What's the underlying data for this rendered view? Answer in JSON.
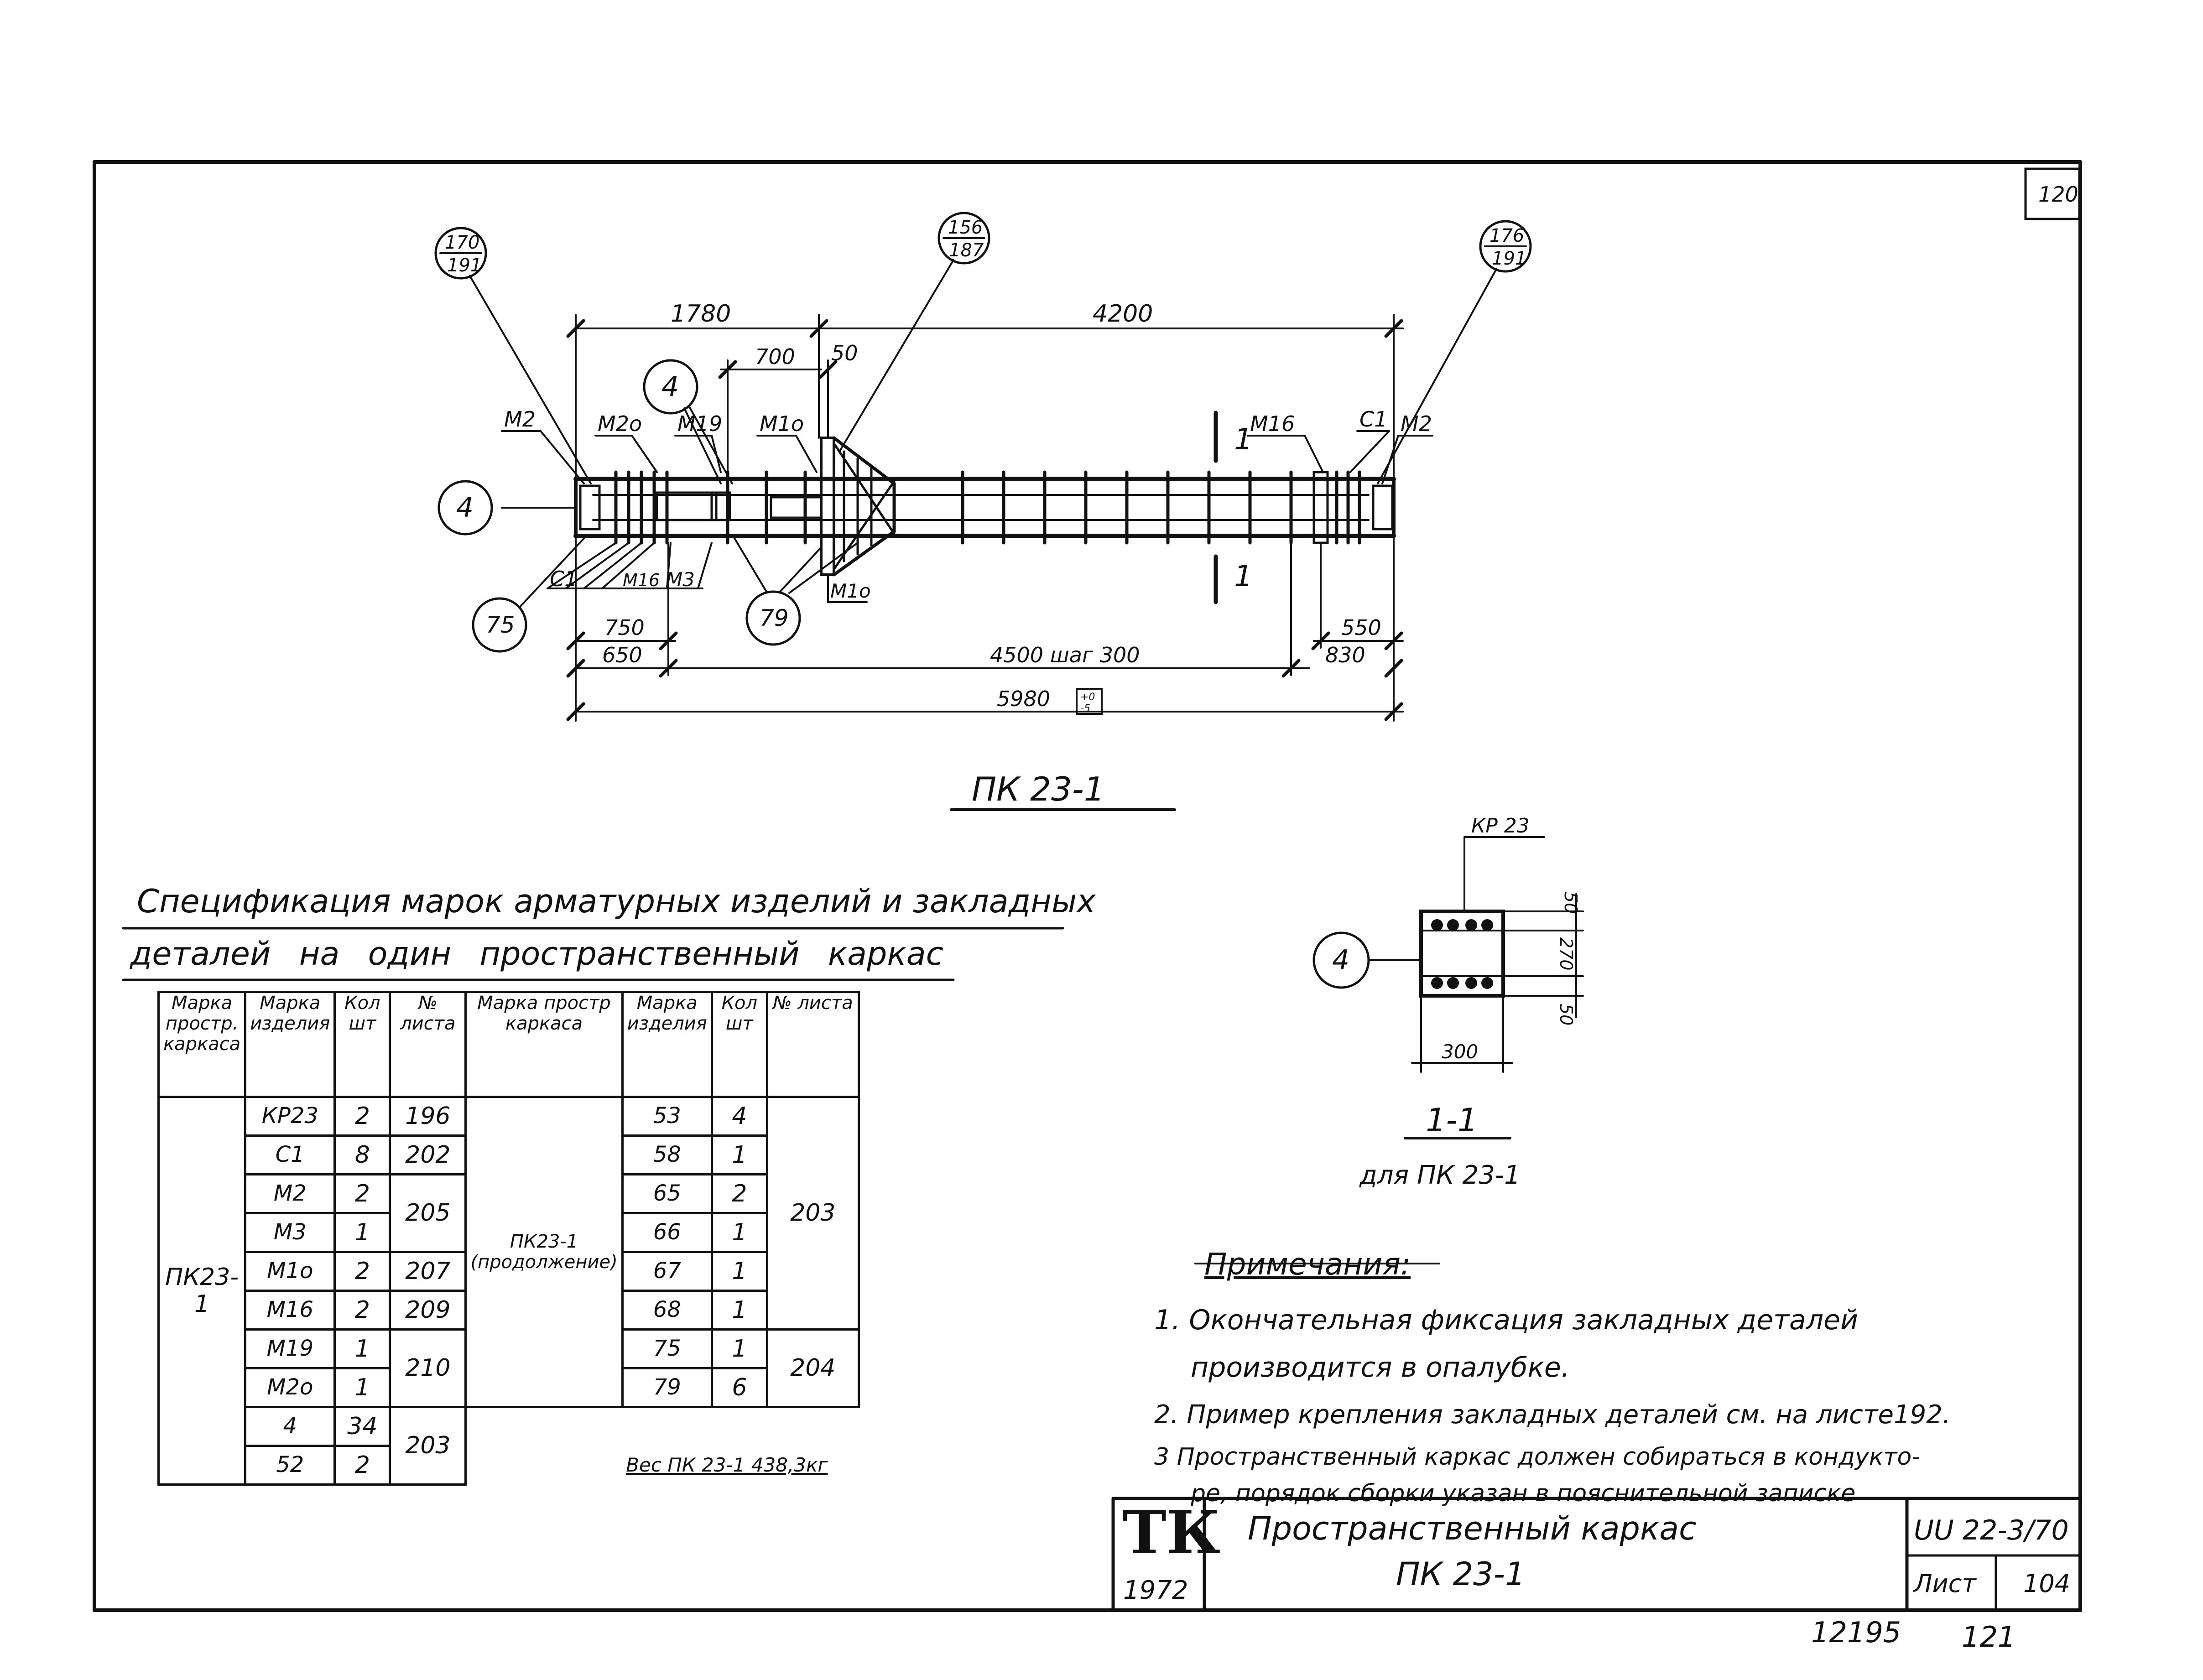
{
  "sheet": {
    "page_number": "120",
    "bottom_code": "12195",
    "bottom_page": "121",
    "ink_color": "#111111",
    "paper_color": "#ffffff"
  },
  "drawing": {
    "title": "ПК 23-1",
    "callout_left": {
      "top": "170",
      "bottom": "191"
    },
    "callout_center": {
      "top": "156",
      "bottom": "187"
    },
    "callout_right": {
      "top": "176",
      "bottom": "191"
    },
    "dim_1780": "1780",
    "dim_4200": "4200",
    "dim_700": "700",
    "dim_50": "50",
    "dim_750": "750",
    "dim_650": "650",
    "dim_4500": "4500 шаг 300",
    "dim_550": "550",
    "dim_830": "830",
    "dim_5980": "5980",
    "tolerance_top": "+0",
    "tolerance_bottom": "-5",
    "section_mark": "1",
    "circle_4a": "4",
    "circle_4b": "4",
    "circle_75": "75",
    "circle_79": "79",
    "label_m2_left": "М2",
    "label_m20": "М2о",
    "label_m19": "М19",
    "label_m10_top": "М1о",
    "label_m16_top": "М16",
    "label_c1_top": "С1",
    "label_m2_right": "М2",
    "label_c1_bottom": "С1",
    "label_m16_bottom": "М16",
    "label_m3": "М3",
    "label_m10_bottom": "М1о"
  },
  "section": {
    "title": "1-1",
    "subtitle": "для ПК 23-1",
    "kp_label": "КР 23",
    "circle": "4",
    "dim_50_top": "50",
    "dim_270": "270",
    "dim_50_bottom": "50",
    "dim_300": "300"
  },
  "spec": {
    "title_line1": "Спецификация марок арматурных изделий и закладных",
    "title_line2": "деталей на один пространственный каркас",
    "headers": [
      "Марка простр. каркаса",
      "Марка изделия",
      "Кол шт",
      "№ листа",
      "Марка простр каркаса",
      "Марка изделия",
      "Кол шт",
      "№ листа"
    ],
    "frame_left": "ПК23-1",
    "frame_right": "ПК23-1 (продолжение)",
    "rows_left": [
      {
        "mark": "КР23",
        "qty": "2",
        "sheet": "196"
      },
      {
        "mark": "С1",
        "qty": "8",
        "sheet": "202"
      },
      {
        "mark": "М2",
        "qty": "2",
        "sheet": "205"
      },
      {
        "mark": "М3",
        "qty": "1",
        "sheet": ""
      },
      {
        "mark": "М1о",
        "qty": "2",
        "sheet": "207"
      },
      {
        "mark": "М16",
        "qty": "2",
        "sheet": "209"
      },
      {
        "mark": "М19",
        "qty": "1",
        "sheet": "210"
      },
      {
        "mark": "М2о",
        "qty": "1",
        "sheet": ""
      },
      {
        "mark": "4",
        "qty": "34",
        "sheet": "203"
      },
      {
        "mark": "52",
        "qty": "2",
        "sheet": ""
      }
    ],
    "rows_right": [
      {
        "mark": "53",
        "qty": "4",
        "sheet": "203"
      },
      {
        "mark": "58",
        "qty": "1"
      },
      {
        "mark": "65",
        "qty": "2"
      },
      {
        "mark": "66",
        "qty": "1"
      },
      {
        "mark": "67",
        "qty": "1"
      },
      {
        "mark": "68",
        "qty": "1"
      },
      {
        "mark": "75",
        "qty": "1",
        "sheet": "204"
      },
      {
        "mark": "79",
        "qty": "6"
      }
    ],
    "weight": "Вес ПК 23-1 438,3кг"
  },
  "notes": {
    "title": "Примечания:",
    "items": [
      "1. Окончательная фиксация закладных деталей",
      "производится в опалубке.",
      "2. Пример крепления закладных деталей см. на листе192.",
      "3 Пространственный каркас должен собираться в кондукто-",
      "ре, порядок сборки указан в пояснительной записке"
    ]
  },
  "stamp": {
    "logo": "ТК",
    "year": "1972",
    "title_line1": "Пространственный каркас",
    "title_line2": "ПК 23-1",
    "series": "UU 22-3/70",
    "sheet_label": "Лист",
    "sheet_no": "104"
  }
}
